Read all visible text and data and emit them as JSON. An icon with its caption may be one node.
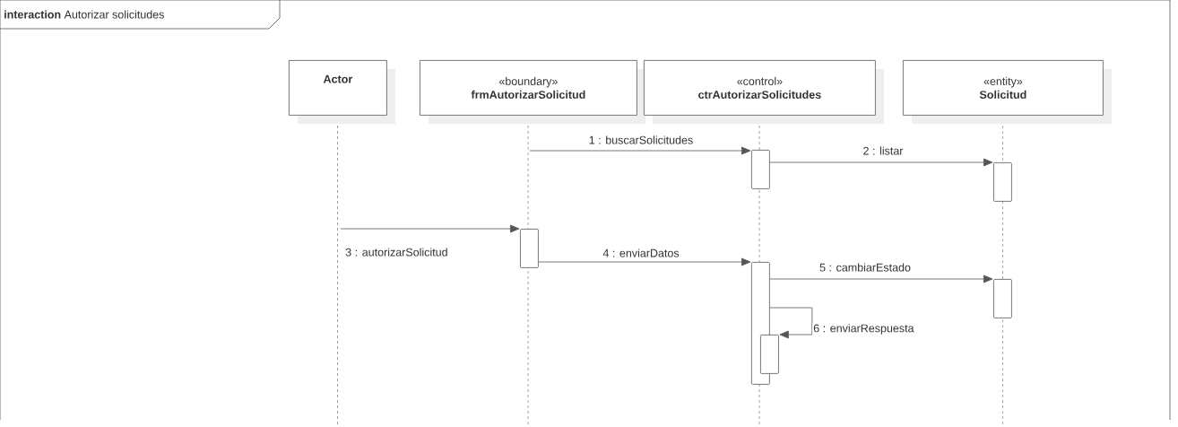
{
  "diagram": {
    "nodes": [
      {
        "text": [
          "**interaction** Autorizar solicitudes"
        ]
      },
      {
        "text": [
          "Actor"
        ],
        "in": 0
      },
      {
        "text": [
          "«boundary»",
          "frmAutorizarSolicitud"
        ],
        "in": 0
      },
      {
        "text": [
          "«control»",
          "ctrAutorizarSolicitudes"
        ],
        "in": 0
      },
      {
        "text": [
          "«entity»",
          "Solicitud"
        ],
        "in": 0
      },
      {
        "text": [],
        "shape": "bar",
        "in": 0
      },
      {
        "text": [],
        "shape": "bar",
        "in": 0
      },
      {
        "text": [],
        "shape": "bar",
        "in": 0
      },
      {
        "text": [],
        "shape": "bar",
        "in": 0
      },
      {
        "text": [],
        "shape": "bar",
        "in": 0
      },
      {
        "text": [],
        "shape": "bar",
        "in": 0
      }
    ],
    "edges": [
      {
        "from": null,
        "to": 5,
        "arrow": "to",
        "label": "1 : buscarSolicitudes"
      },
      {
        "from": 5,
        "to": 6,
        "arrow": "to",
        "label": "2 : listar"
      },
      {
        "from": null,
        "to": 7,
        "arrow": "to",
        "label": "3 : autorizarSolicitud"
      },
      {
        "from": 7,
        "to": 8,
        "arrow": "to",
        "label": "4 : enviarDatos"
      },
      {
        "from": 8,
        "to": 9,
        "arrow": "to",
        "label": "5 : cambiarEstado"
      },
      {
        "from": 8,
        "to": 10,
        "arrow": "to",
        "label": "6 : enviarRespuesta"
      }
    ]
  }
}
